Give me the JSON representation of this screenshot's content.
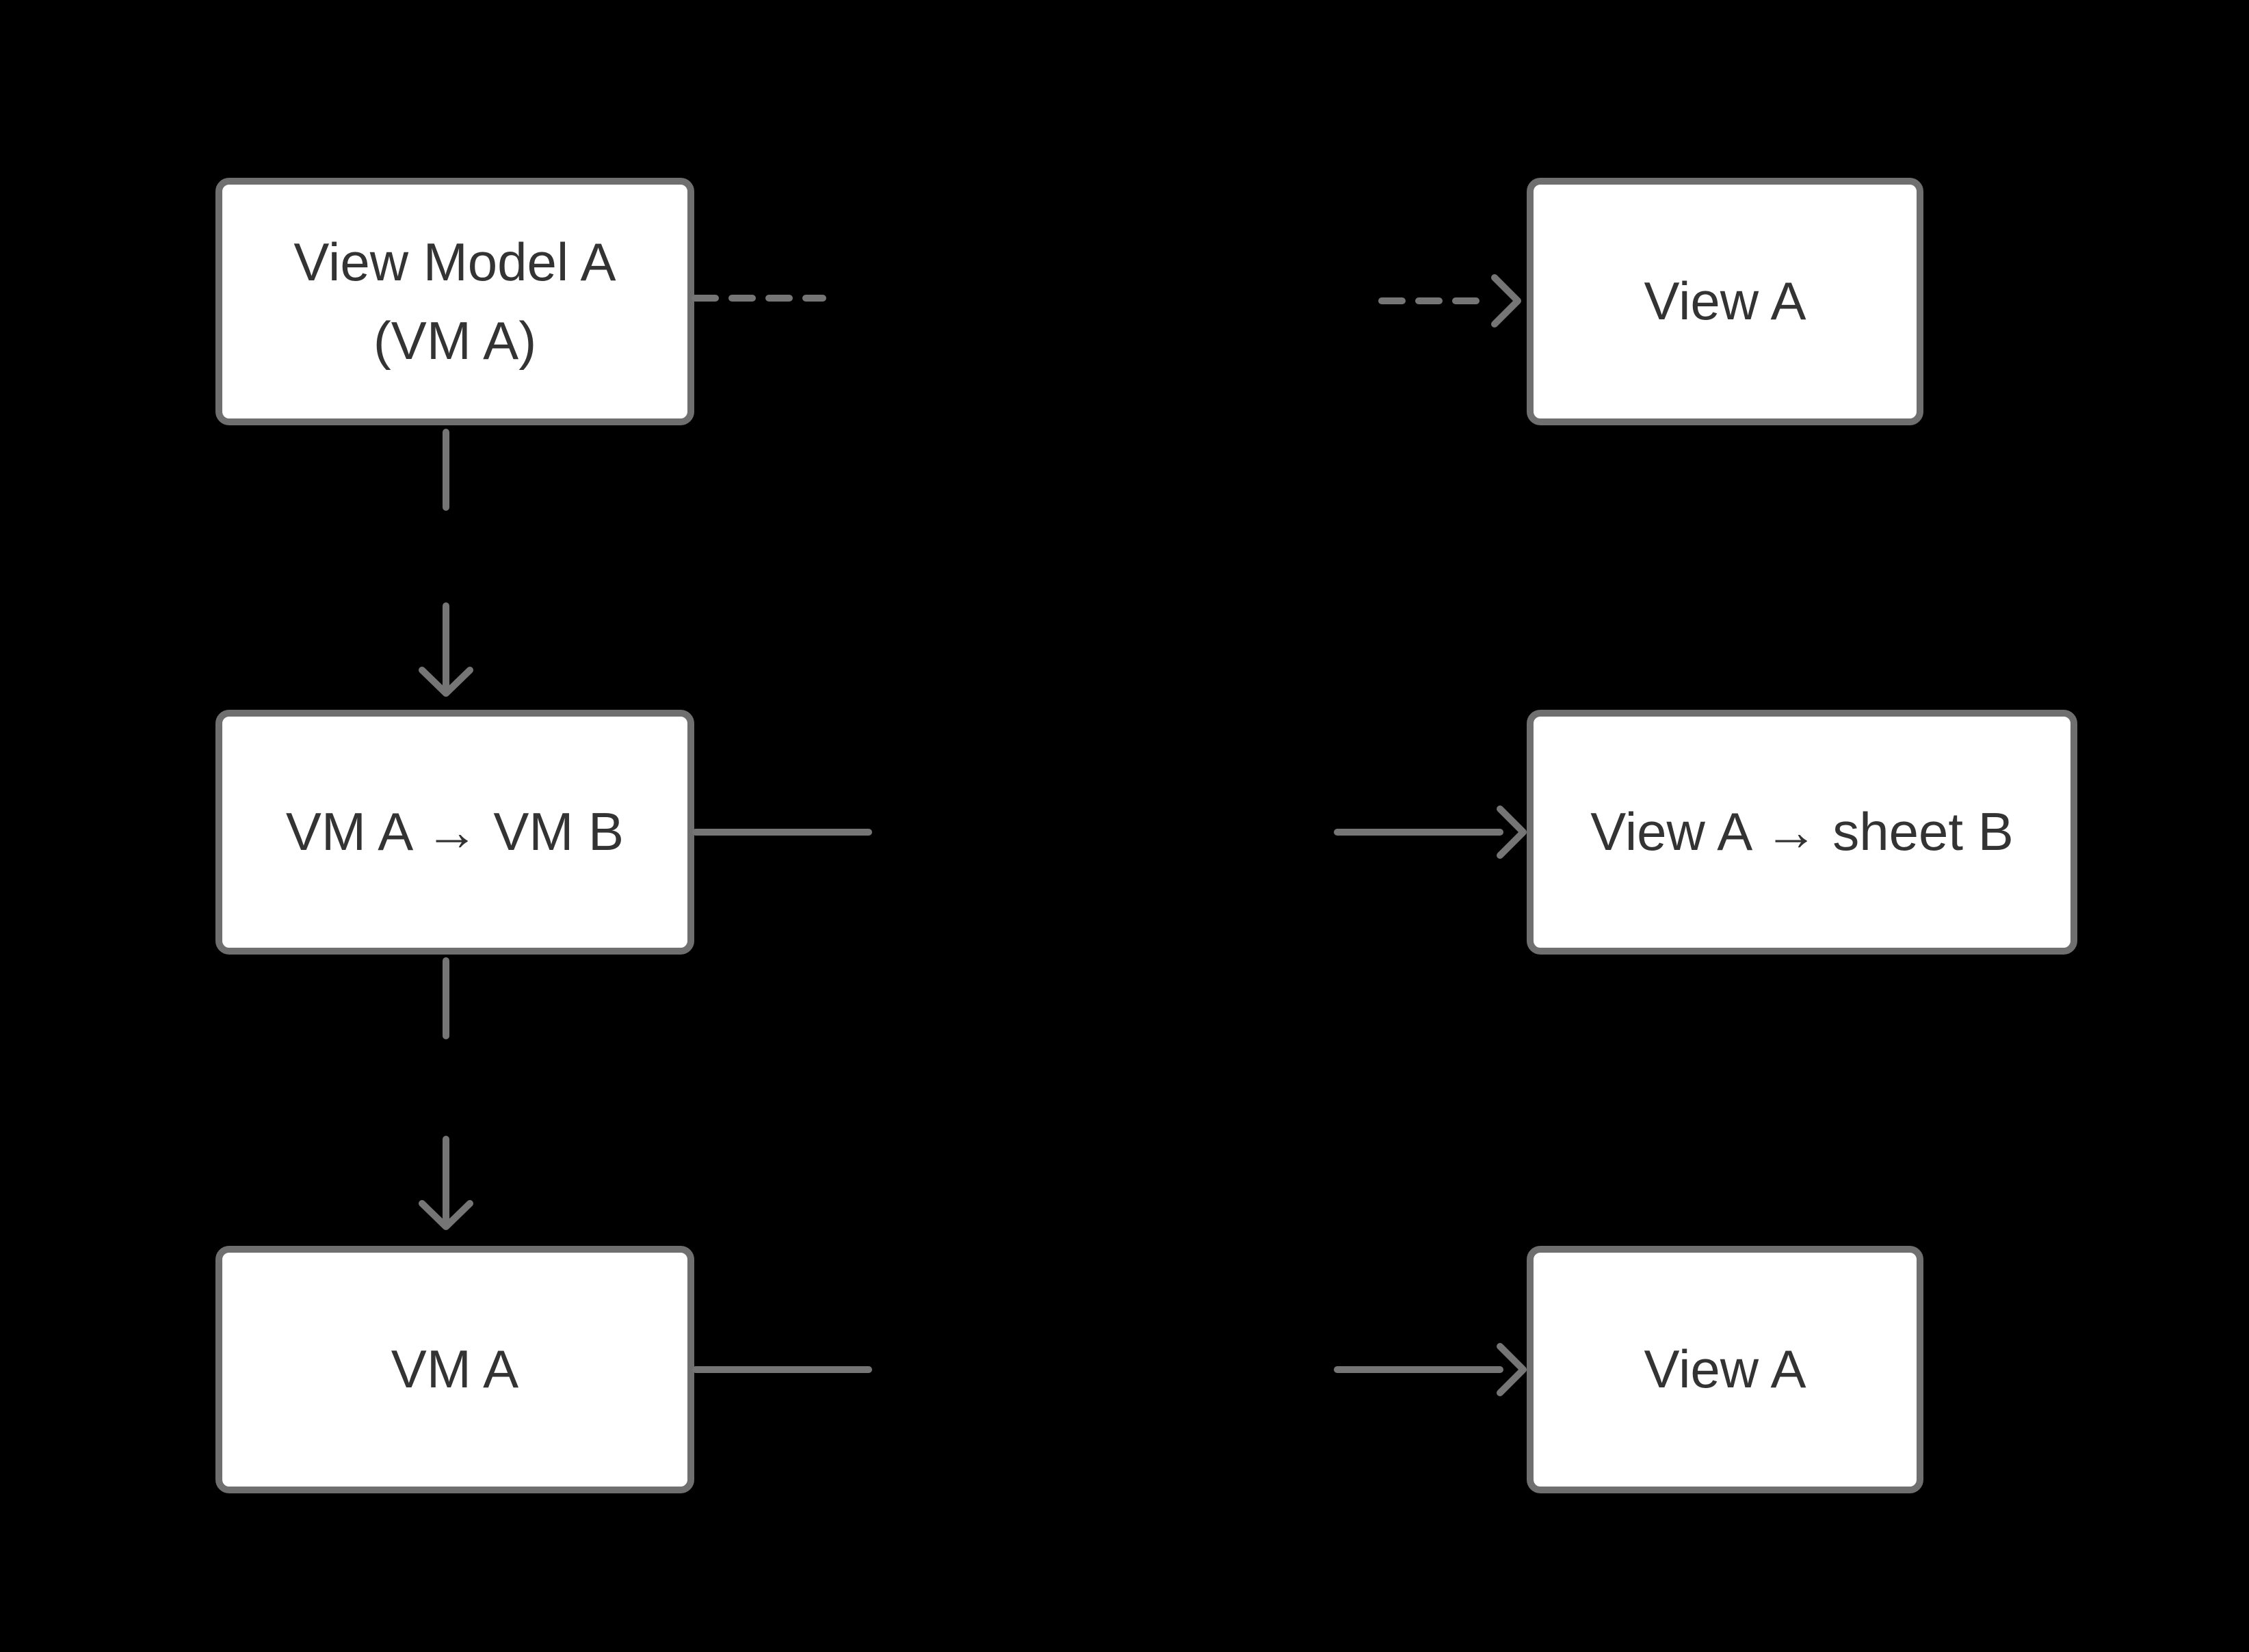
{
  "diagram": {
    "colors": {
      "background": "#000000",
      "node_fill": "#ffffff",
      "node_border": "#6f6f6f",
      "connector": "#757575",
      "text": "#333333"
    },
    "nodes": {
      "view_model_a": {
        "line1": "View Model A",
        "line2": "(VM A)"
      },
      "view_a_top": {
        "label": "View A"
      },
      "vm_a_to_vm_b": {
        "label": "VM A → VM B"
      },
      "view_a_to_sheet_b": {
        "label": "View A → sheet B"
      },
      "vm_a": {
        "label": "VM A"
      },
      "view_a_bottom": {
        "label": "View A"
      }
    },
    "edges": [
      {
        "from": "view_model_a",
        "to": "view_a_top",
        "style": "dashed",
        "direction": "right"
      },
      {
        "from": "view_model_a",
        "to": "vm_a_to_vm_b",
        "style": "solid",
        "direction": "down"
      },
      {
        "from": "vm_a_to_vm_b",
        "to": "view_a_to_sheet_b",
        "style": "solid",
        "direction": "right"
      },
      {
        "from": "vm_a_to_vm_b",
        "to": "vm_a",
        "style": "solid",
        "direction": "down"
      },
      {
        "from": "vm_a",
        "to": "view_a_bottom",
        "style": "solid",
        "direction": "right"
      }
    ]
  }
}
